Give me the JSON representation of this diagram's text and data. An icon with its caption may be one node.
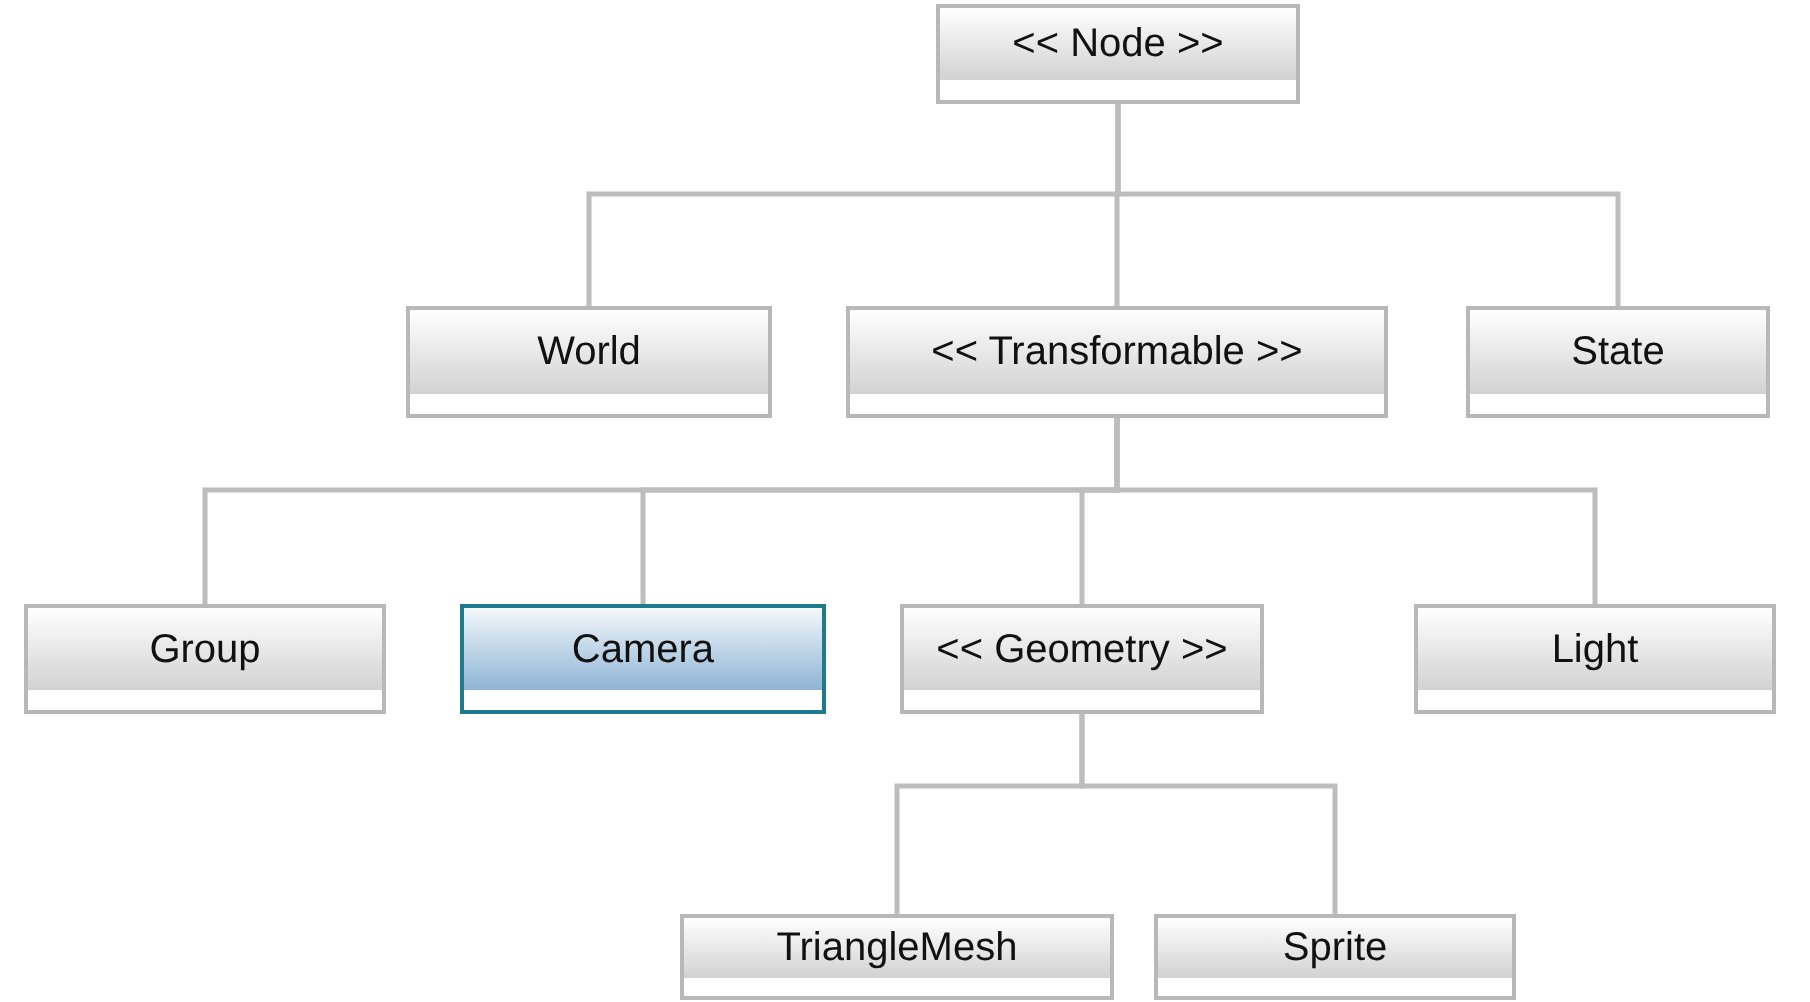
{
  "diagram": {
    "nodes": [
      {
        "text": [
          "<< Node >>"
        ]
      },
      {
        "text": [
          "World"
        ]
      },
      {
        "text": [
          "<< Transformable >>"
        ]
      },
      {
        "text": [
          "State"
        ]
      },
      {
        "text": [
          "Group"
        ]
      },
      {
        "text": [
          "Camera"
        ]
      },
      {
        "text": [
          "<< Geometry >>"
        ]
      },
      {
        "text": [
          "Light"
        ]
      },
      {
        "text": [
          "TriangleMesh"
        ]
      },
      {
        "text": [
          "Sprite"
        ]
      }
    ],
    "edges": [
      {
        "from": 0,
        "to": 1,
        "arrow": "none"
      },
      {
        "from": 0,
        "to": 2,
        "arrow": "none"
      },
      {
        "from": 0,
        "to": 3,
        "arrow": "none"
      },
      {
        "from": 2,
        "to": 4,
        "arrow": "none"
      },
      {
        "from": 2,
        "to": 5,
        "arrow": "none"
      },
      {
        "from": 2,
        "to": 6,
        "arrow": "none"
      },
      {
        "from": 2,
        "to": 7,
        "arrow": "none"
      },
      {
        "from": 6,
        "to": 8,
        "arrow": "none"
      },
      {
        "from": 6,
        "to": 9,
        "arrow": "none"
      }
    ]
  }
}
